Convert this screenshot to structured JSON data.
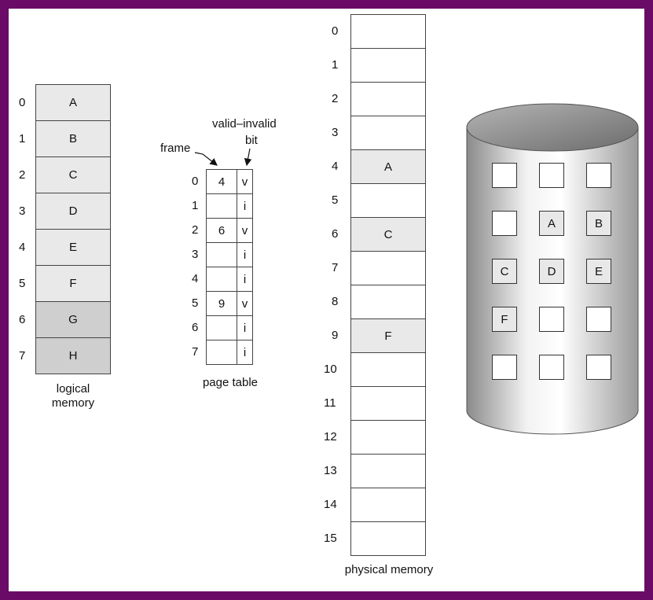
{
  "logical_memory": {
    "label": "logical\nmemory",
    "rows": [
      {
        "index": "0",
        "value": "A",
        "shade": "#e9e9e9"
      },
      {
        "index": "1",
        "value": "B",
        "shade": "#e9e9e9"
      },
      {
        "index": "2",
        "value": "C",
        "shade": "#e9e9e9"
      },
      {
        "index": "3",
        "value": "D",
        "shade": "#e9e9e9"
      },
      {
        "index": "4",
        "value": "E",
        "shade": "#e9e9e9"
      },
      {
        "index": "5",
        "value": "F",
        "shade": "#e9e9e9"
      },
      {
        "index": "6",
        "value": "G",
        "shade": "#cfcfcf"
      },
      {
        "index": "7",
        "value": "H",
        "shade": "#cfcfcf"
      }
    ]
  },
  "page_table": {
    "label": "page table",
    "frame_label": "frame",
    "valid_invalid_label": "valid–invalid",
    "bit_label": "bit",
    "rows": [
      {
        "index": "0",
        "frame": "4",
        "bit": "v"
      },
      {
        "index": "1",
        "frame": "",
        "bit": "i"
      },
      {
        "index": "2",
        "frame": "6",
        "bit": "v"
      },
      {
        "index": "3",
        "frame": "",
        "bit": "i"
      },
      {
        "index": "4",
        "frame": "",
        "bit": "i"
      },
      {
        "index": "5",
        "frame": "9",
        "bit": "v"
      },
      {
        "index": "6",
        "frame": "",
        "bit": "i"
      },
      {
        "index": "7",
        "frame": "",
        "bit": "i"
      }
    ]
  },
  "physical_memory": {
    "label": "physical memory",
    "rows": [
      {
        "index": "0",
        "value": ""
      },
      {
        "index": "1",
        "value": ""
      },
      {
        "index": "2",
        "value": ""
      },
      {
        "index": "3",
        "value": ""
      },
      {
        "index": "4",
        "value": "A"
      },
      {
        "index": "5",
        "value": ""
      },
      {
        "index": "6",
        "value": "C"
      },
      {
        "index": "7",
        "value": ""
      },
      {
        "index": "8",
        "value": ""
      },
      {
        "index": "9",
        "value": "F"
      },
      {
        "index": "10",
        "value": ""
      },
      {
        "index": "11",
        "value": ""
      },
      {
        "index": "12",
        "value": ""
      },
      {
        "index": "13",
        "value": ""
      },
      {
        "index": "14",
        "value": ""
      },
      {
        "index": "15",
        "value": ""
      }
    ]
  },
  "disk": {
    "slots": [
      [
        "",
        "",
        ""
      ],
      [
        "",
        "A",
        "B"
      ],
      [
        "C",
        "D",
        "E"
      ],
      [
        "F",
        "",
        ""
      ],
      [
        "",
        "",
        ""
      ]
    ]
  },
  "colors": {
    "border": "#6a0c67",
    "filled_cell": "#e9e9e9",
    "dark_cell": "#cfcfcf"
  }
}
